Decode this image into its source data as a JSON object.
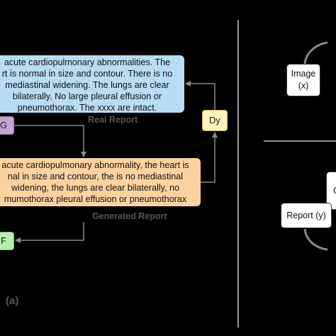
{
  "real_report": {
    "text": "acute cardiopulmonary abnormalities. The\nrt is normal in size and contour. There is no\nmediastinal widening. The lungs are clear\nbilaterally. No large pleural effusion or\npneumothorax. The xxxx are intact.",
    "caption": "Real Report"
  },
  "generated_report": {
    "text": "acute cardiopulmonary abnormality, the heart is\nnal in size and contour, the is no mediastinal\nwidening, the lungs are clear bilaterally, no\nmumothorax pleural effusion or pneumothorax",
    "caption": "Generated Report"
  },
  "nodes": {
    "g": "G",
    "dy": "Dy",
    "f": "F",
    "image": "Image\n(x)",
    "report": "Report (y)",
    "partial": "G"
  },
  "panel_label": "(a)",
  "colors": {
    "real_report_fill": "#b8dcf4",
    "generated_report_fill": "#fbd3a0",
    "g_fill": "#c9a3d4",
    "dy_fill": "#fff3b8",
    "f_fill": "#b8ecb0",
    "arrow": "#8a8a8a",
    "divider": "#9a9a9a"
  }
}
